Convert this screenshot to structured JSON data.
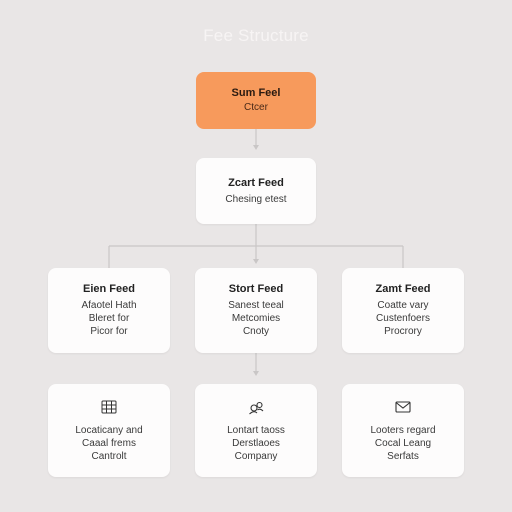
{
  "title": "Fee Structure",
  "top": {
    "title": "Sum Feel",
    "line": "Ctcer"
  },
  "middle": {
    "title": "Zcart Feed",
    "line": "Chesing etest"
  },
  "branches": [
    {
      "title": "Eien Feed",
      "lines": [
        "Afaotel Hath",
        "Bleret for",
        "Picor for"
      ]
    },
    {
      "title": "Stort Feed",
      "lines": [
        "Sanest teeal",
        "Metcomies",
        "Cnoty"
      ]
    },
    {
      "title": "Zamt Feed",
      "lines": [
        "Coatte vary",
        "Custenfoers",
        "Procrory"
      ]
    }
  ],
  "bottom": [
    {
      "icon": "grid-icon",
      "lines": [
        "Locaticany and",
        "Caaal frems",
        "Cantrolt"
      ]
    },
    {
      "icon": "people-icon",
      "lines": [
        "Lontart taoss",
        "Derstlaoes",
        "Company"
      ]
    },
    {
      "icon": "mail-icon",
      "lines": [
        "Looters regard",
        "Cocal Leang",
        "Serfats"
      ]
    }
  ]
}
